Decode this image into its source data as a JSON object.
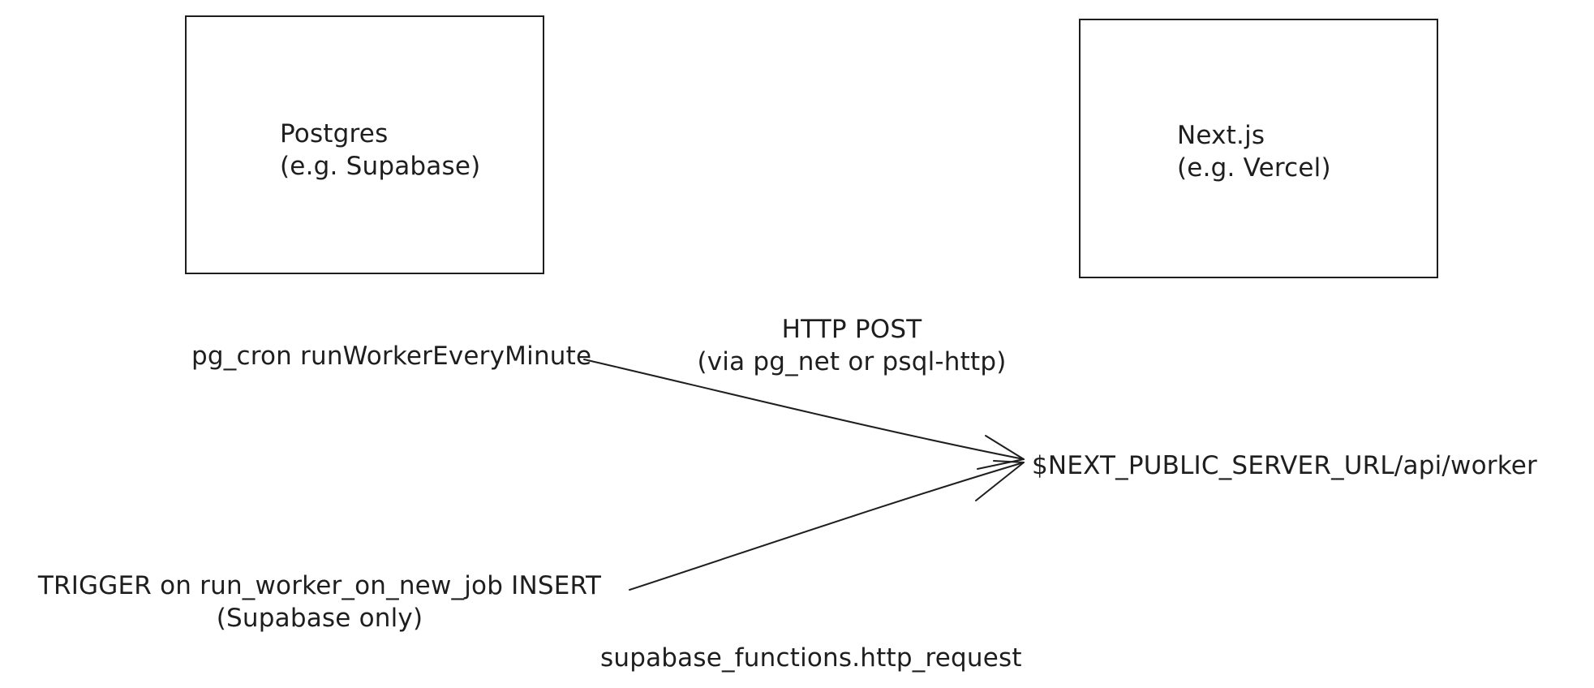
{
  "nodes": {
    "postgres": {
      "line1": "Postgres",
      "line2": "(e.g. Supabase)"
    },
    "nextjs": {
      "line1": "Next.js",
      "line2": "(e.g. Vercel)"
    }
  },
  "labels": {
    "pg_cron": "pg_cron runWorkerEveryMinute",
    "http_post_line1": "HTTP POST",
    "http_post_line2": "(via pg_net or psql-http)",
    "endpoint": "$NEXT_PUBLIC_SERVER_URL/api/worker",
    "trigger_line1": "TRIGGER on run_worker_on_new_job INSERT",
    "trigger_line2": "(Supabase only)",
    "supabase_functions": "supabase_functions.http_request"
  },
  "colors": {
    "stroke": "#1e1e1e",
    "background": "#ffffff"
  }
}
